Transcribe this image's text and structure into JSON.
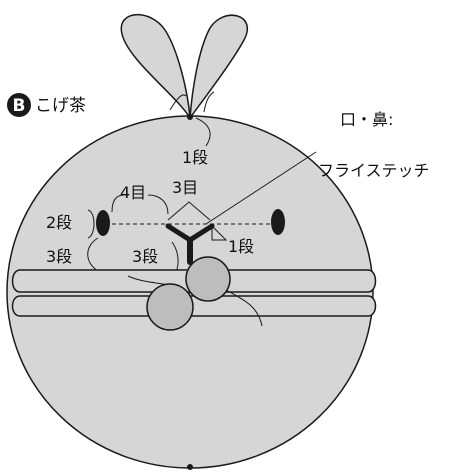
{
  "colors": {
    "body_fill": "#d6d6d6",
    "ball_fill": "#bdbdbd",
    "outline": "#1a1a1a",
    "badge": "#1a1a1a"
  },
  "title": {
    "badge": "B",
    "text": "こげ茶"
  },
  "labels": {
    "mouth_nose": "口・鼻:",
    "stitch": "フライステッチ",
    "ear_rows": "1段",
    "between_eyes": "4目",
    "mouth_width": "3目",
    "eye_height": "2段",
    "eye_drop": "3段",
    "nose_drop": "3段",
    "mouth_rows": "1段"
  }
}
